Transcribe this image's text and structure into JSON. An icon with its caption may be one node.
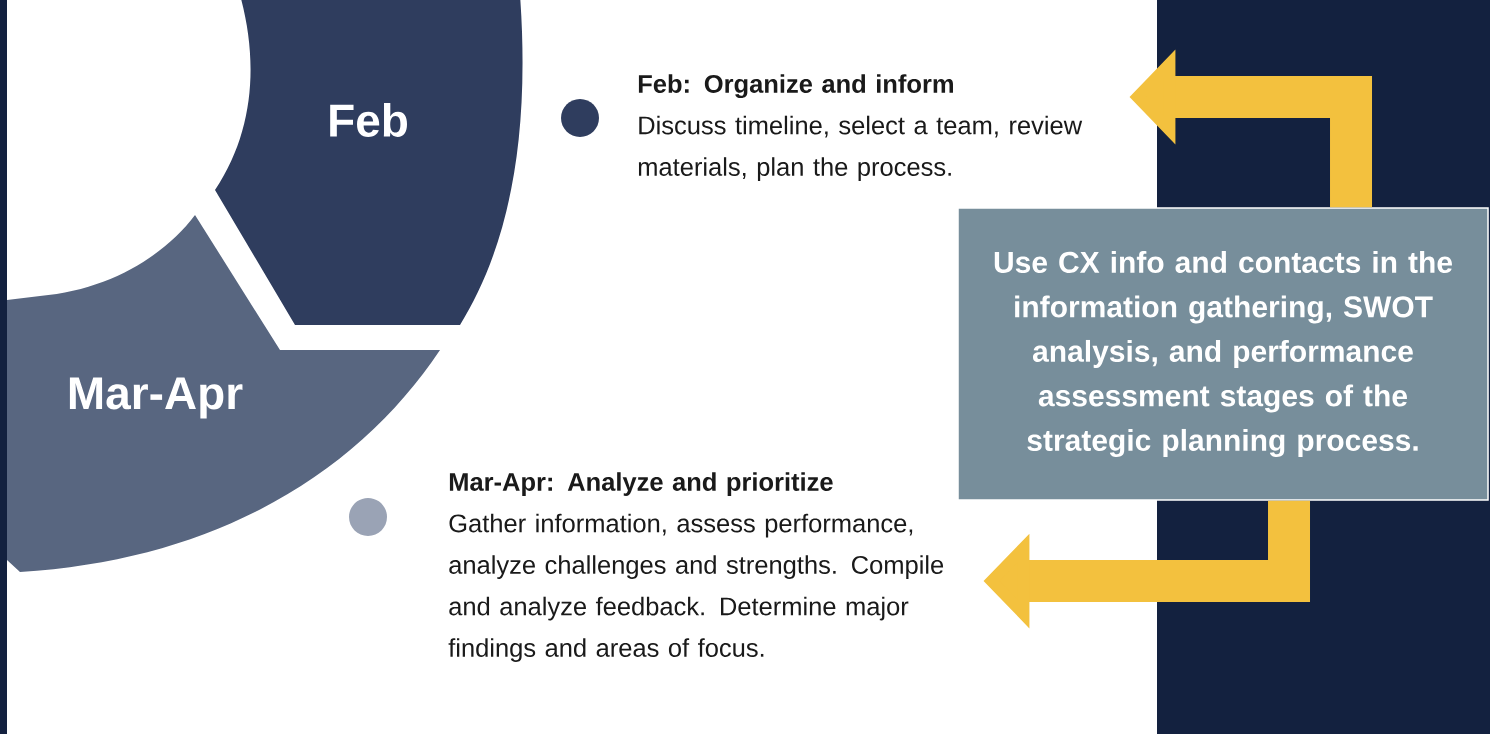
{
  "diagram": {
    "nodes": [
      {
        "text": [
          "Feb"
        ]
      },
      {
        "text": [
          "Mar-Apr"
        ]
      },
      {
        "text": [
          "Feb: Organize and inform",
          "Discuss timeline, select a team, review materials, plan the process."
        ]
      },
      {
        "text": [
          "Mar-Apr: Analyze and prioritize",
          "Gather information, assess performance, analyze challenges and strengths. Compile and analyze feedback. Determine major findings and areas of focus."
        ]
      },
      {
        "text": [
          "Use CX info and contacts in the information gathering, SWOT analysis, and performance assessment stages of the strategic planning process."
        ]
      }
    ],
    "edges": [
      {
        "from": 4,
        "to": 2,
        "arrow": "to"
      },
      {
        "from": 4,
        "to": 3,
        "arrow": "to"
      }
    ]
  }
}
